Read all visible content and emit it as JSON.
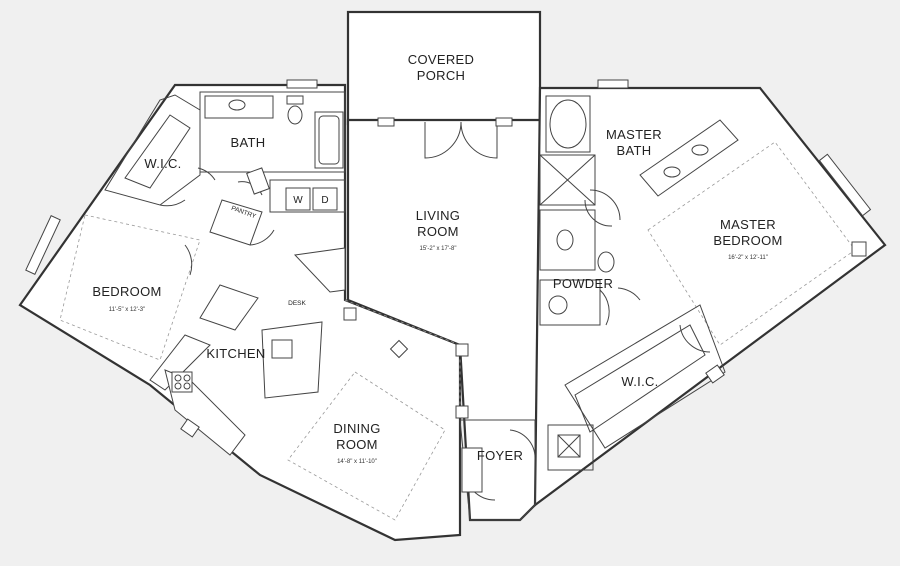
{
  "rooms": {
    "covered_porch": {
      "line1": "COVERED",
      "line2": "PORCH"
    },
    "living_room": {
      "line1": "LIVING",
      "line2": "ROOM",
      "dims": "15'-2\" x 17'-8\""
    },
    "bath": {
      "name": "BATH"
    },
    "wic_left": {
      "name": "W.I.C."
    },
    "bedroom": {
      "name": "BEDROOM",
      "dims": "11'-5\" x 12'-3\""
    },
    "pantry": {
      "name": "PANTRY"
    },
    "washer": {
      "name": "W"
    },
    "dryer": {
      "name": "D"
    },
    "desk": {
      "name": "DESK"
    },
    "kitchen": {
      "name": "KITCHEN"
    },
    "dining_room": {
      "line1": "DINING",
      "line2": "ROOM",
      "dims": "14'-8\" x 11'-10\""
    },
    "foyer": {
      "name": "FOYER"
    },
    "master_bath": {
      "line1": "MASTER",
      "line2": "BATH"
    },
    "master_bedroom": {
      "line1": "MASTER",
      "line2": "BEDROOM",
      "dims": "16'-2\" x 12'-11\""
    },
    "powder": {
      "name": "POWDER"
    },
    "wic_right": {
      "name": "W.I.C."
    }
  },
  "colors": {
    "background": "#f0f0f0",
    "walls": "#333333",
    "floor": "#ffffff"
  }
}
